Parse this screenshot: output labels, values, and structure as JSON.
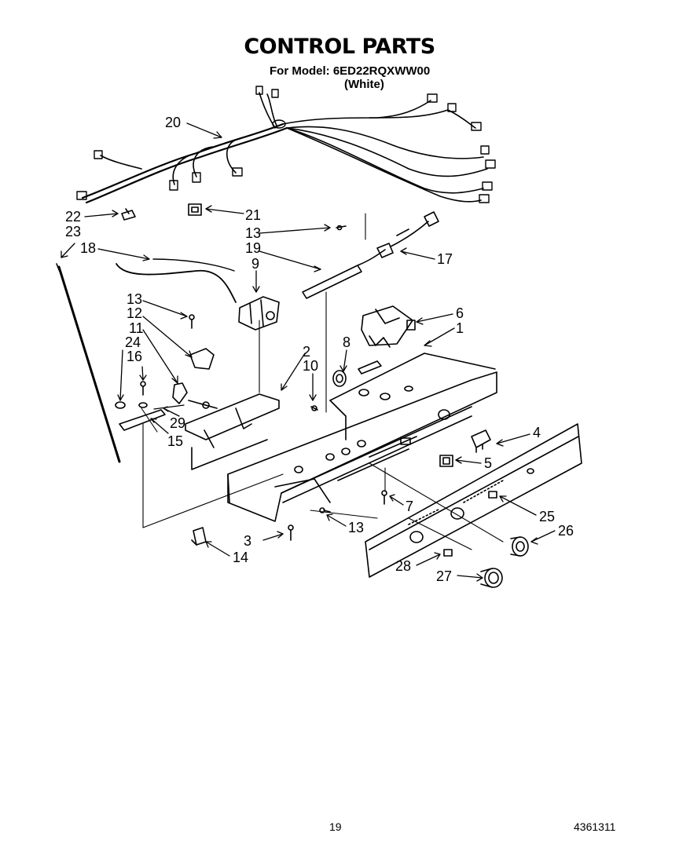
{
  "header": {
    "title": "CONTROL PARTS",
    "model": "For Model: 6ED22RQXWW00",
    "color": "(White)"
  },
  "footer": {
    "page_number": "19",
    "doc_number": "4361311"
  },
  "callouts": [
    {
      "id": "20",
      "text": "20"
    },
    {
      "id": "22",
      "text": "22"
    },
    {
      "id": "21",
      "text": "21"
    },
    {
      "id": "23",
      "text": "23"
    },
    {
      "id": "13a",
      "text": "13"
    },
    {
      "id": "18",
      "text": "18"
    },
    {
      "id": "19",
      "text": "19"
    },
    {
      "id": "17",
      "text": "17"
    },
    {
      "id": "9",
      "text": "9"
    },
    {
      "id": "13b",
      "text": "13"
    },
    {
      "id": "12",
      "text": "12"
    },
    {
      "id": "11",
      "text": "11"
    },
    {
      "id": "24",
      "text": "24"
    },
    {
      "id": "16",
      "text": "16"
    },
    {
      "id": "6",
      "text": "6"
    },
    {
      "id": "1",
      "text": "1"
    },
    {
      "id": "8",
      "text": "8"
    },
    {
      "id": "2",
      "text": "2"
    },
    {
      "id": "10",
      "text": "10"
    },
    {
      "id": "29",
      "text": "29"
    },
    {
      "id": "15",
      "text": "15"
    },
    {
      "id": "4",
      "text": "4"
    },
    {
      "id": "5",
      "text": "5"
    },
    {
      "id": "7",
      "text": "7"
    },
    {
      "id": "25",
      "text": "25"
    },
    {
      "id": "13c",
      "text": "13"
    },
    {
      "id": "26",
      "text": "26"
    },
    {
      "id": "3",
      "text": "3"
    },
    {
      "id": "14",
      "text": "14"
    },
    {
      "id": "28",
      "text": "28"
    },
    {
      "id": "27",
      "text": "27"
    }
  ]
}
